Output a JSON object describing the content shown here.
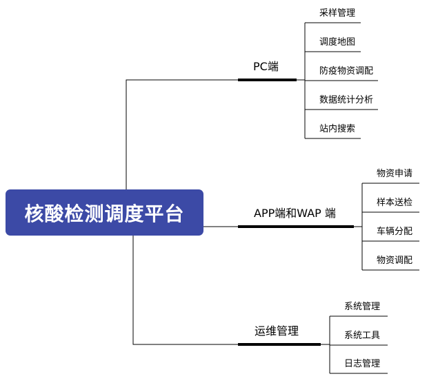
{
  "root": {
    "title": "核酸检测调度平台"
  },
  "branches": [
    {
      "label": "PC端",
      "leaves": [
        "采样管理",
        "调度地图",
        "防疫物资调配",
        "数据统计分析",
        "站内搜索"
      ]
    },
    {
      "label": "APP端和WAP 端",
      "leaves": [
        "物资申请",
        "样本送检",
        "车辆分配",
        "物资调配"
      ]
    },
    {
      "label": "运维管理",
      "leaves": [
        "系统管理",
        "系统工具",
        "日志管理"
      ]
    }
  ],
  "colors": {
    "root_bg": "#3c4aa6",
    "root_text": "#ffffff",
    "line": "#000000"
  }
}
